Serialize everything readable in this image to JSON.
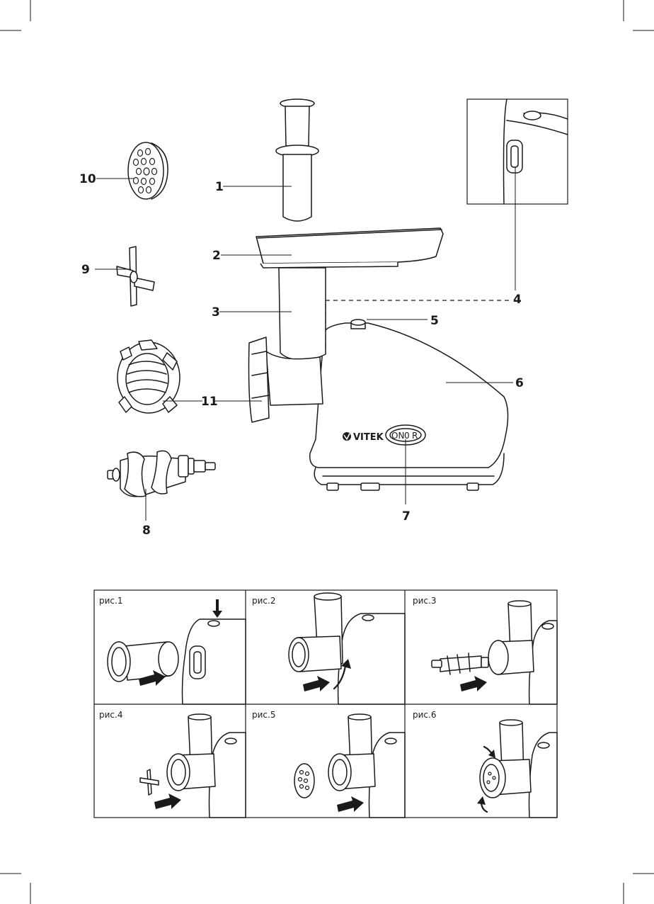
{
  "main_diagram": {
    "callouts": [
      {
        "id": "1",
        "text": "1"
      },
      {
        "id": "2",
        "text": "2"
      },
      {
        "id": "3",
        "text": "3"
      },
      {
        "id": "4",
        "text": "4"
      },
      {
        "id": "5",
        "text": "5"
      },
      {
        "id": "6",
        "text": "6"
      },
      {
        "id": "7",
        "text": "7"
      },
      {
        "id": "8",
        "text": "8"
      },
      {
        "id": "9",
        "text": "9"
      },
      {
        "id": "10",
        "text": "10"
      },
      {
        "id": "11",
        "text": "11"
      }
    ],
    "brand_logo": "VITEK",
    "switch_positions": [
      "ON",
      "0",
      "R"
    ]
  },
  "assembly_steps": [
    {
      "label": "рис.1"
    },
    {
      "label": "рис.2"
    },
    {
      "label": "рис.3"
    },
    {
      "label": "рис.4"
    },
    {
      "label": "рис.5"
    },
    {
      "label": "рис.6"
    }
  ]
}
